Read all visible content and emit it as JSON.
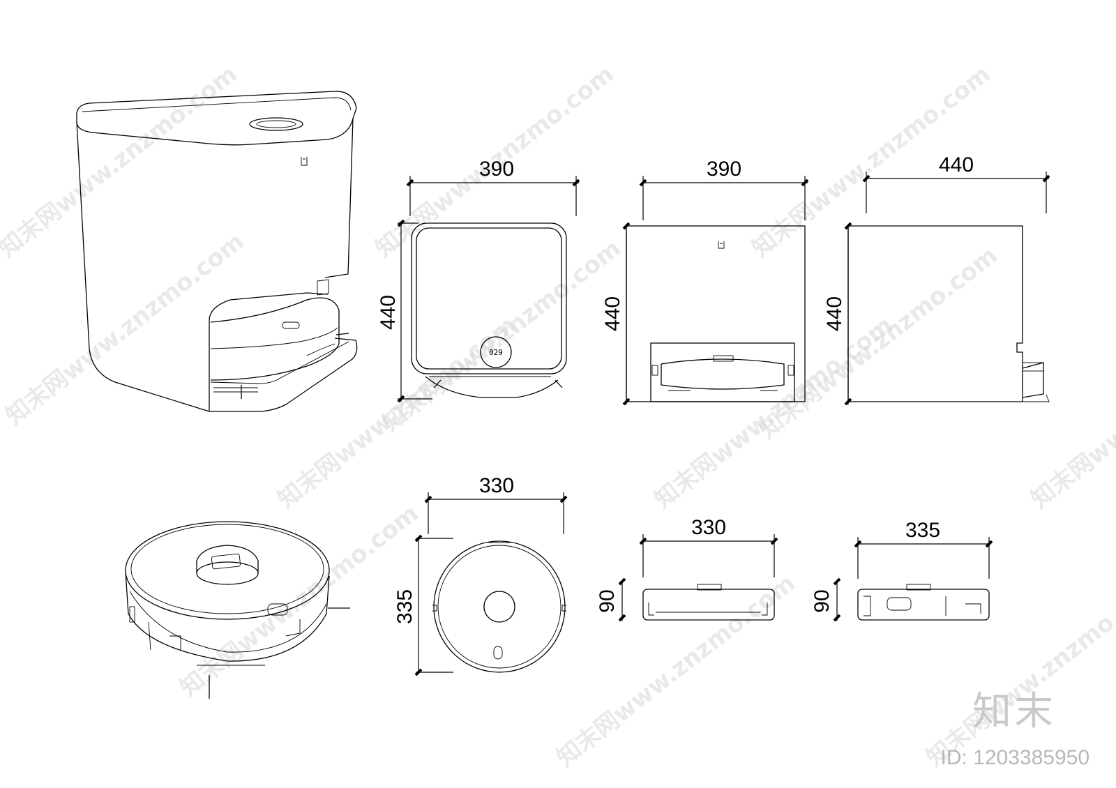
{
  "drawing": {
    "dock_dimensions": {
      "top_view": {
        "width": "390",
        "depth": "440"
      },
      "front_view": {
        "width": "390",
        "height": "440"
      },
      "side_view": {
        "width": "440",
        "height": "440"
      }
    },
    "robot_dimensions": {
      "top_view": {
        "width": "330",
        "depth": "335"
      },
      "front_view": {
        "width": "330",
        "height": "90"
      },
      "side_view": {
        "width": "335",
        "height": "90"
      }
    },
    "display_readout": "029",
    "watermark_text": "知末网www.znzmo.com"
  },
  "brand": {
    "name": "知末",
    "id_label": "ID: 1203385950"
  }
}
